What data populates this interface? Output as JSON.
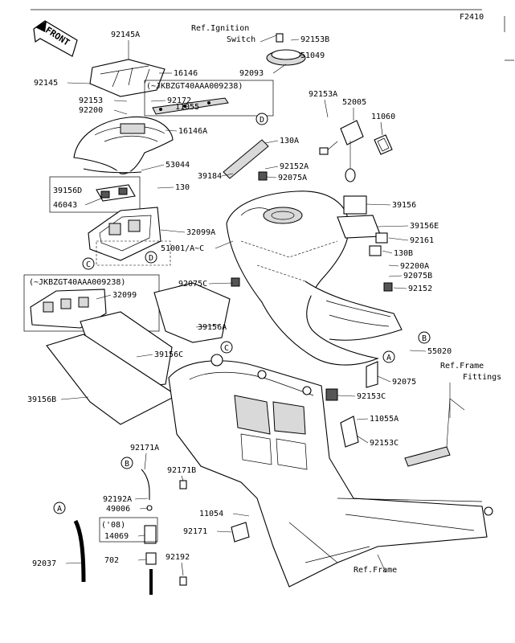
{
  "diagram_code": "F2410",
  "front_label": "FRONT",
  "ref_labels": {
    "ignition": [
      "Ref.Ignition",
      "Switch"
    ],
    "frame_fittings": [
      "Ref.Frame",
      "Fittings"
    ],
    "frame": "Ref.Frame"
  },
  "notes": {
    "upper": "(~JKBZGT40AAA009238)",
    "left": "(~JKBZGT40AAA009238)",
    "year": "('08)"
  },
  "markers": [
    "A",
    "B",
    "C",
    "D"
  ],
  "parts": [
    "92145A",
    "92145",
    "16146",
    "92153",
    "92200",
    "16146A",
    "53044",
    "92172",
    "11055",
    "39156D",
    "46043",
    "130",
    "32099A",
    "51001/A~C",
    "32099",
    "92075C",
    "39156A",
    "39156C",
    "39156B",
    "92153B",
    "51049",
    "92093",
    "92153A",
    "52005",
    "11060",
    "130A",
    "92152A",
    "39184",
    "92075A",
    "39156",
    "39156E",
    "92161",
    "130B",
    "92200A",
    "92075B",
    "92152",
    "55020",
    "92075",
    "92153C",
    "11055A",
    "92153C",
    "11054",
    "92171",
    "92171A",
    "92171B",
    "92192",
    "92192A",
    "92037",
    "49006",
    "14069",
    "702"
  ]
}
